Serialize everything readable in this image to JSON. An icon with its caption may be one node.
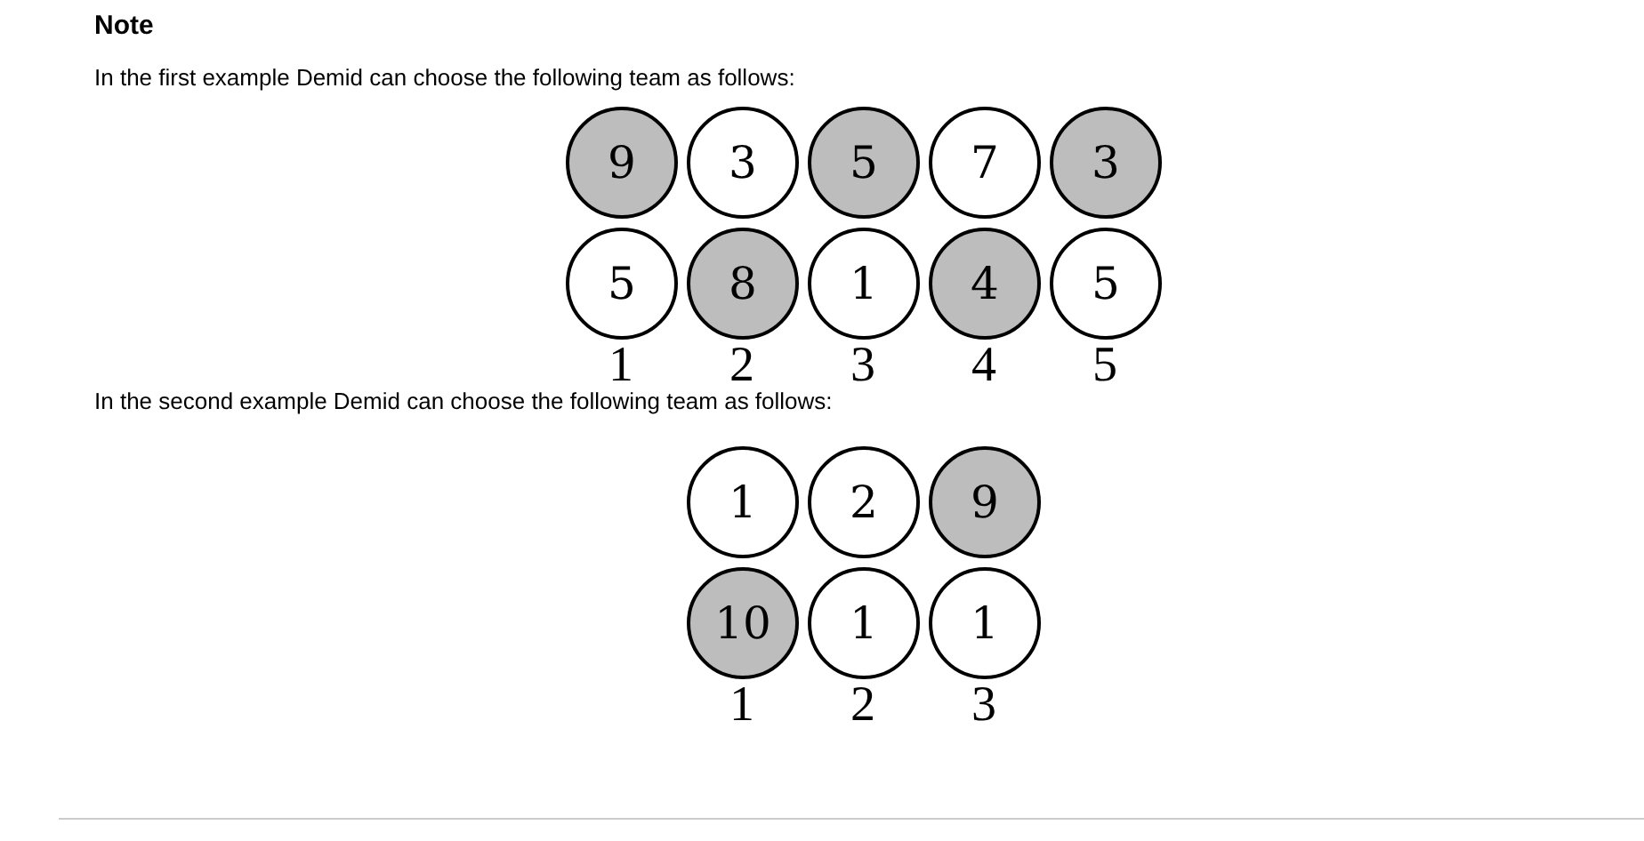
{
  "diagram": {
    "title": "Note",
    "nodes": [
      {
        "text": [
          "9"
        ]
      },
      {
        "text": [
          "3"
        ]
      },
      {
        "text": [
          "5"
        ]
      },
      {
        "text": [
          "7"
        ]
      },
      {
        "text": [
          "3"
        ]
      },
      {
        "text": [
          "5"
        ]
      },
      {
        "text": [
          "8"
        ]
      },
      {
        "text": [
          "1"
        ]
      },
      {
        "text": [
          "4"
        ]
      },
      {
        "text": [
          "5"
        ]
      },
      {
        "text": [
          "1"
        ]
      },
      {
        "text": [
          "2"
        ]
      },
      {
        "text": [
          "9"
        ]
      },
      {
        "text": [
          "10"
        ]
      },
      {
        "text": [
          "1"
        ]
      },
      {
        "text": [
          "1"
        ]
      }
    ],
    "labels": [
      "In the first example Demid can choose the following team as follows:",
      "1",
      "2",
      "3",
      "4",
      "5",
      "In the second example Demid can choose the following team as follows:",
      "1",
      "2",
      "3"
    ]
  }
}
